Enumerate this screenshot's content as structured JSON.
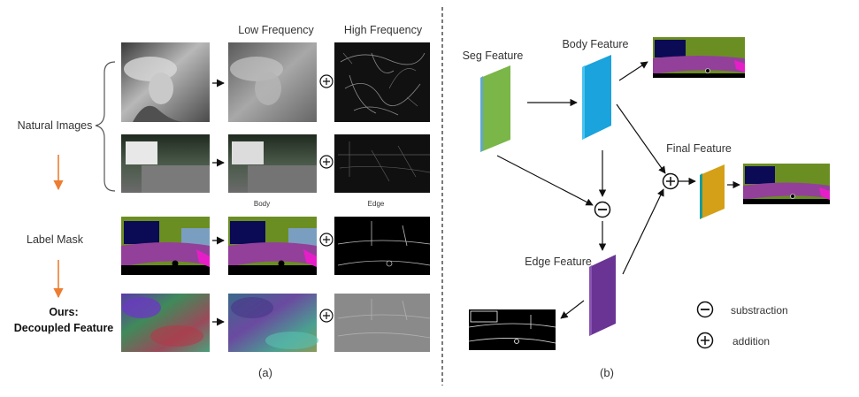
{
  "panel_a": {
    "col_low_header": "Low Frequency",
    "col_high_header": "High Frequency",
    "row_natural_label": "Natural Images",
    "row_mask_label": "Label Mask",
    "row_ours_label_line1": "Ours:",
    "row_ours_label_line2": "Decoupled Feature",
    "sub_body": "Body",
    "sub_edge": "Edge",
    "caption": "(a)",
    "plus_symbol": "+"
  },
  "panel_b": {
    "seg_feature": "Seg Feature",
    "body_feature": "Body Feature",
    "final_feature": "Final Feature",
    "edge_feature": "Edge Feature",
    "legend_subtraction": "substraction",
    "legend_addition": "addition",
    "caption": "(b)",
    "minus_symbol": "−",
    "plus_symbol": "+"
  },
  "colors": {
    "seg_feature": "#7ab648",
    "body_feature": "#1aa3dc",
    "final_feature": "#d4a017",
    "edge_feature": "#6a3494",
    "orange_arrow": "#ed7d31",
    "road_purple": "#93409a",
    "sky_navy": "#0a0a55",
    "vegetation": "#6b8e23",
    "sign_magenta": "#e61ec8"
  }
}
